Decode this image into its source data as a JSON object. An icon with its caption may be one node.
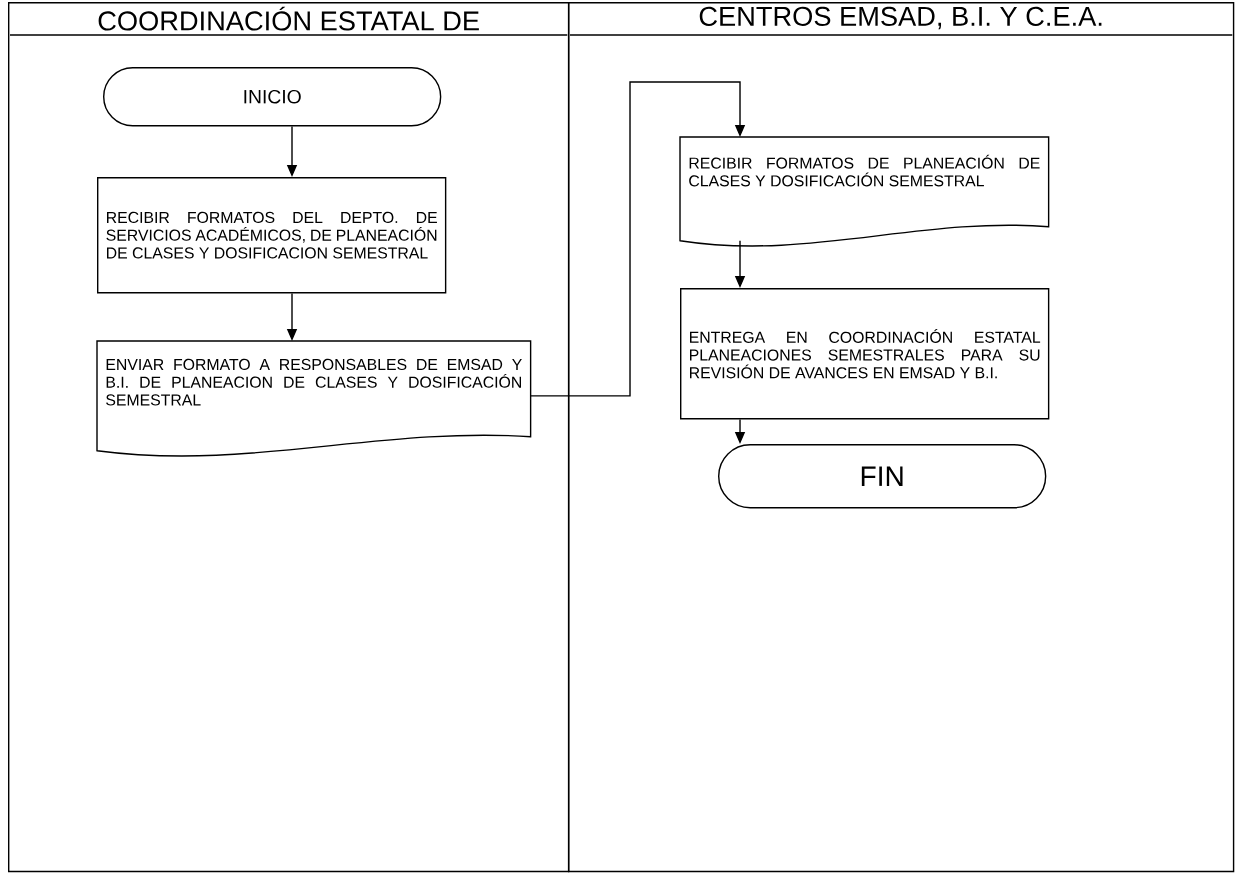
{
  "diagram": {
    "nodes": [
      {
        "text": [
          "COORDINACIÓN ESTATAL DE"
        ]
      },
      {
        "text": [
          "CENTROS EMSAD, B.I. Y C.E.A."
        ]
      },
      {
        "text": [
          "INICIO"
        ],
        "in": 0
      },
      {
        "text": [
          "RECIBIR FORMATOS DEL DEPTO. DE SERVICIOS ACADÉMICOS, DE PLANEACIÓN DE CLASES Y DOSIFICACION SEMESTRAL"
        ],
        "in": 0
      },
      {
        "text": [
          "ENVIAR FORMATO A RESPONSABLES DE EMSAD Y B.I. DE PLANEACION DE CLASES Y DOSIFICACIÓN SEMESTRAL"
        ],
        "in": 0
      },
      {
        "text": [
          "RECIBIR FORMATOS DE PLANEACIÓN DE CLASES Y DOSIFICACIÓN SEMESTRAL"
        ],
        "in": 1
      },
      {
        "text": [
          "ENTREGA EN COORDINACIÓN ESTATAL PLANEACIONES SEMESTRALES PARA SU REVISIÓN DE AVANCES EN EMSAD Y B.I."
        ],
        "in": 1
      },
      {
        "text": [
          "FIN"
        ],
        "in": 1
      }
    ],
    "edges": [
      {
        "from": 2,
        "to": 3,
        "arrow": "to"
      },
      {
        "from": 3,
        "to": 4,
        "arrow": "to"
      },
      {
        "from": 4,
        "to": 5,
        "arrow": "to"
      },
      {
        "from": 5,
        "to": 6,
        "arrow": "to"
      },
      {
        "from": 6,
        "to": 7,
        "arrow": "to"
      }
    ]
  }
}
